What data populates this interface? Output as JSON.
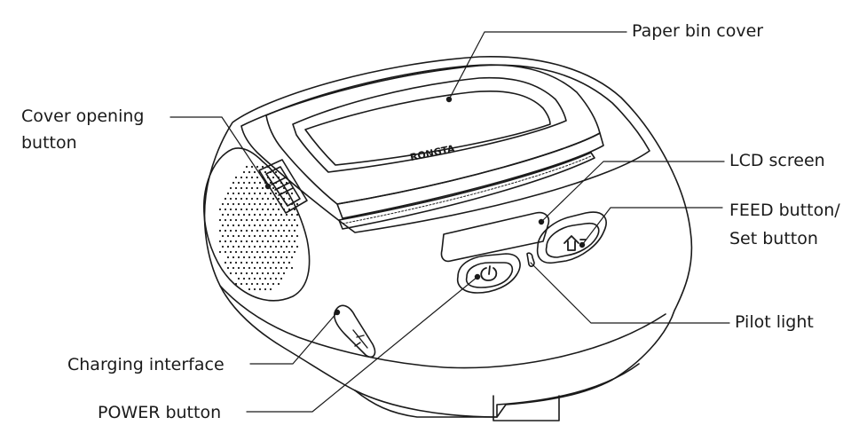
{
  "brand": "RONGTA",
  "labels": {
    "paper_bin_cover": "Paper bin cover",
    "cover_opening_line1": "Cover opening",
    "cover_opening_line2": "button",
    "lcd_screen": "LCD screen",
    "feed_line1": "FEED button/",
    "feed_line2": "Set button",
    "pilot_light": "Pilot light",
    "charging_interface": "Charging interface",
    "power_button": "POWER button"
  }
}
